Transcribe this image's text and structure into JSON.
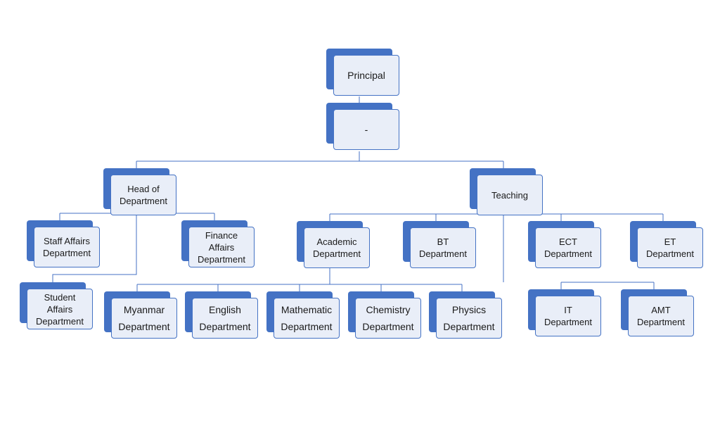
{
  "chart": {
    "nodes": {
      "principal": "Principal",
      "vice": "-",
      "head_of_department": "Head of\nDepartment",
      "teaching": "Teaching",
      "staff_affairs": "Staff Affairs\nDepartment",
      "finance_affairs": "Finance\nAffairs\nDepartment",
      "student_affairs": "Student\nAffairs\nDepartment",
      "academic": "Academic\nDepartment",
      "bt": "BT\nDepartment",
      "ect": "ECT\nDepartment",
      "et": "ET\nDepartment",
      "myanmar": "Myanmar\nDepartment",
      "english": "English\nDepartment",
      "mathematic": "Mathematic\nDepartment",
      "chemistry": "Chemistry\nDepartment",
      "physics": "Physics\nDepartment",
      "it": "IT\nDepartment",
      "amt": "AMT\nDepartment"
    },
    "colors": {
      "accent": "#4472c4",
      "box_fill": "#e9eef8",
      "line": "#4472c4",
      "text": "#1a1a1a"
    }
  }
}
